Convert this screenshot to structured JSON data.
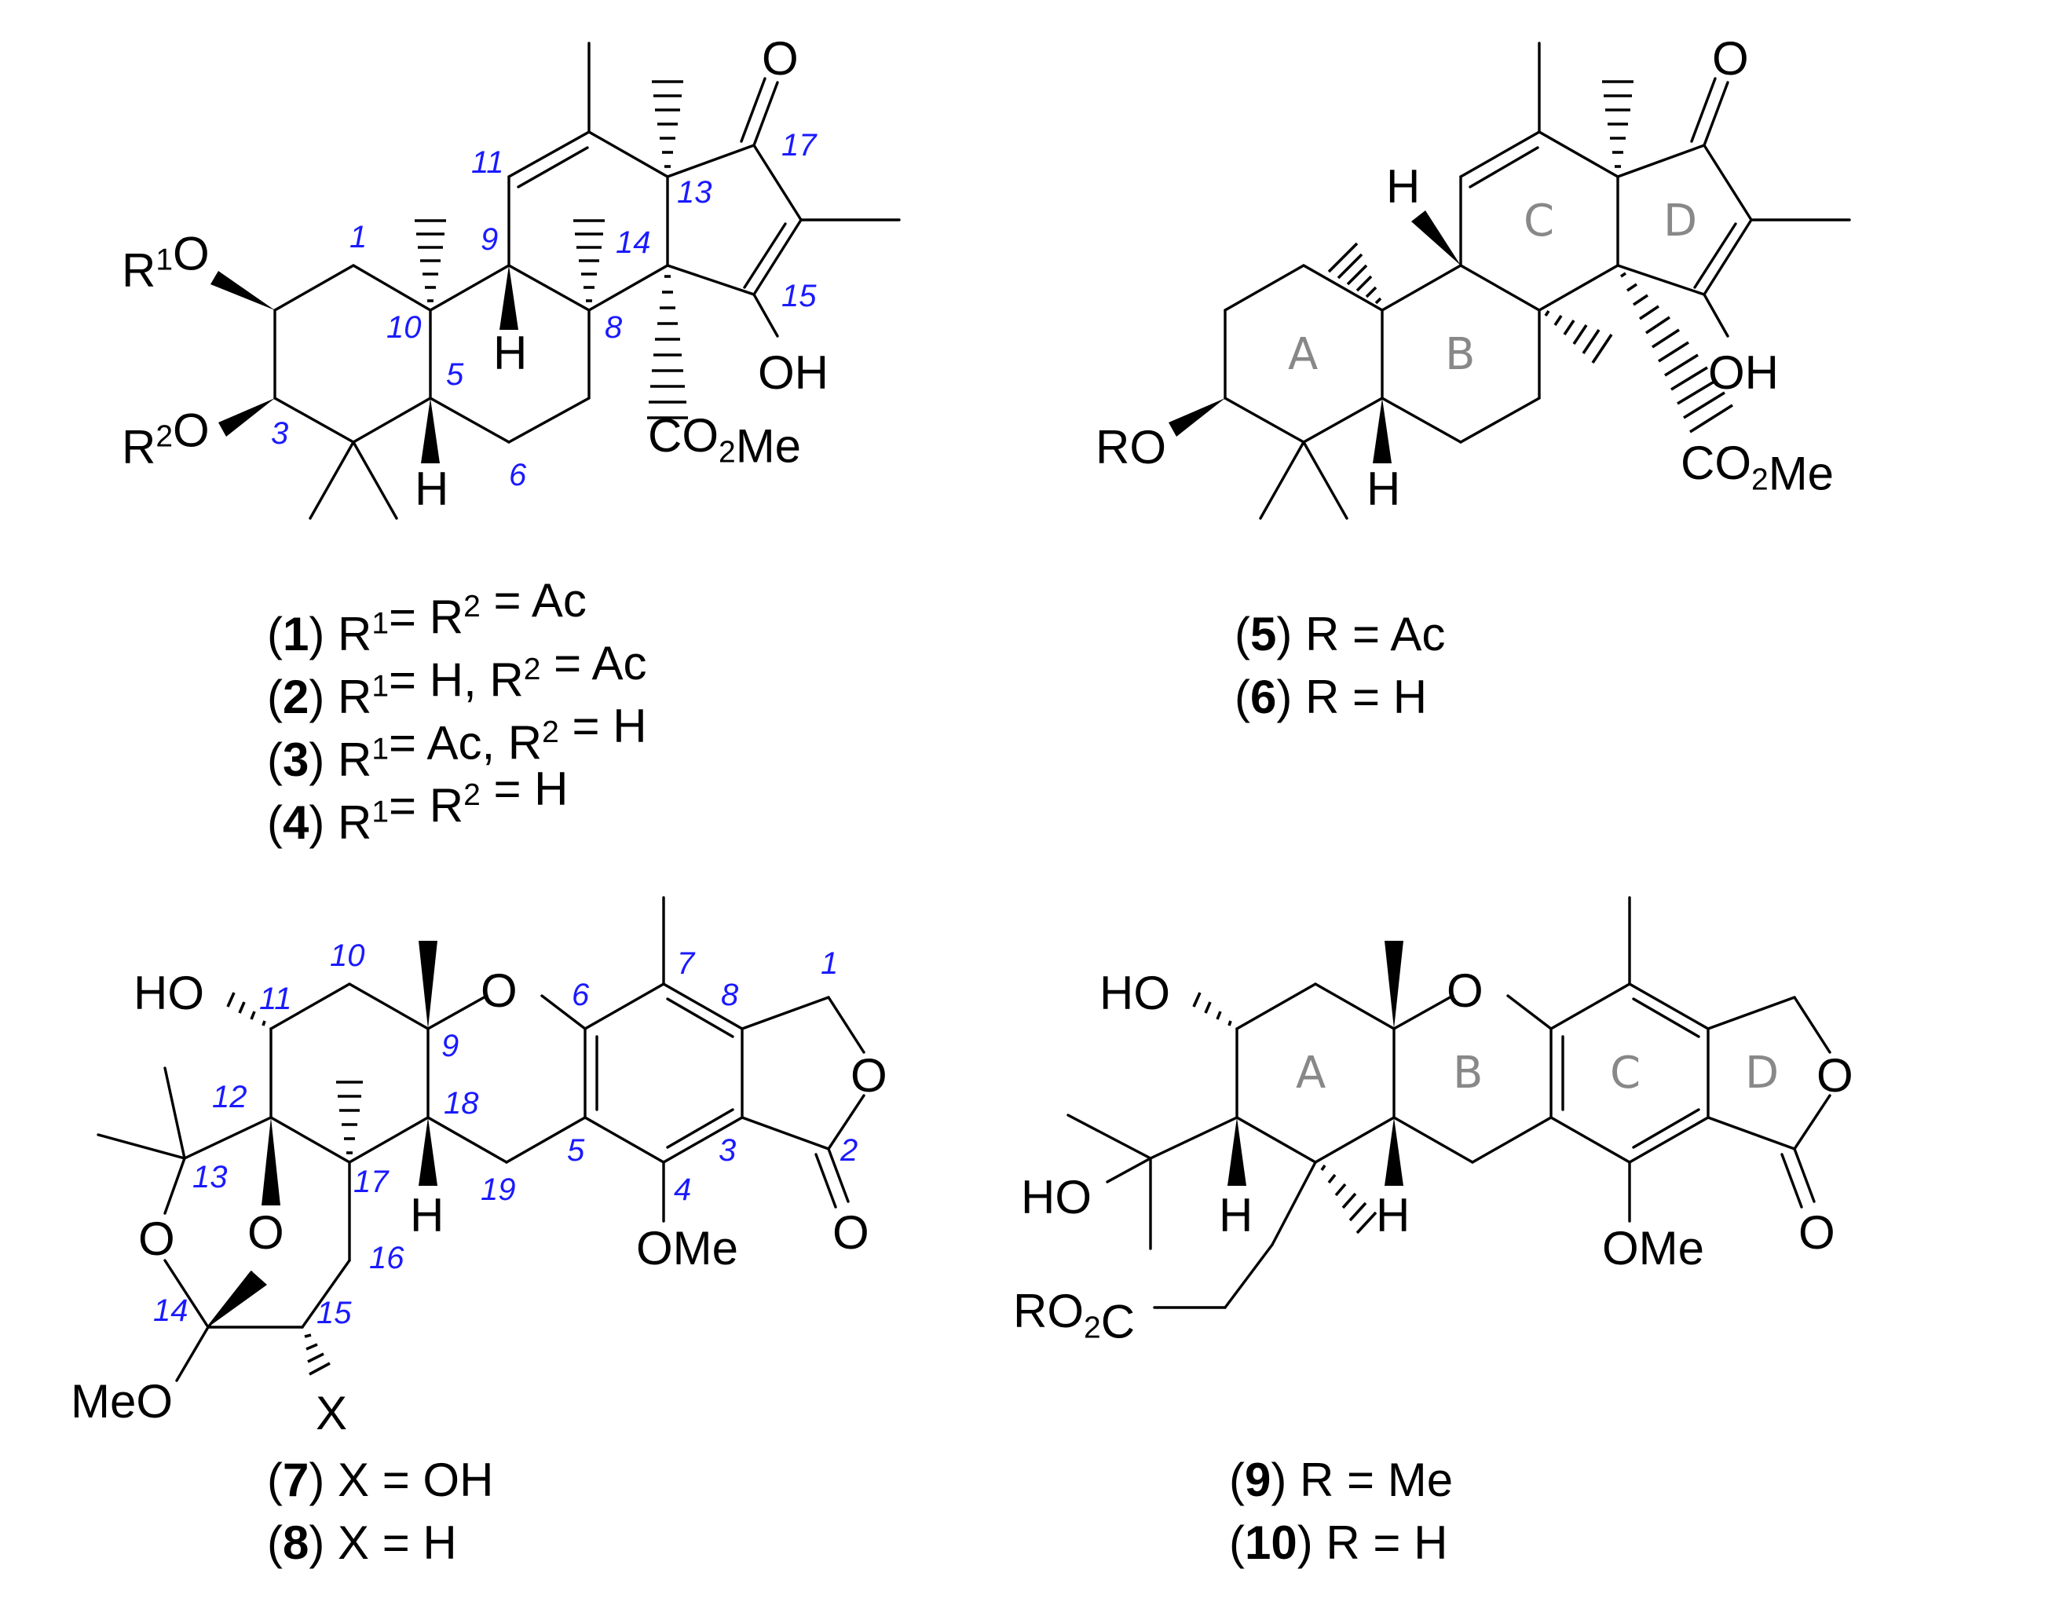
{
  "colors": {
    "bond": "#000000",
    "numbering": "#1a1aff",
    "ring_label": "#888888",
    "background": "#ffffff"
  },
  "s1": {
    "r1o": "R1O",
    "r2o": "R2O",
    "h9": "H",
    "h5": "H",
    "o17": "O",
    "oh15": "OH",
    "co2me": "CO2Me",
    "nums": {
      "n1": "1",
      "n3": "3",
      "n5": "5",
      "n6": "6",
      "n8": "8",
      "n9": "9",
      "n10": "10",
      "n11": "11",
      "n13": "13",
      "n14": "14",
      "n15": "15",
      "n17": "17"
    },
    "captions": [
      {
        "id": "1",
        "text": ") R1= R2 = Ac"
      },
      {
        "id": "2",
        "text": ") R1= H, R2 = Ac"
      },
      {
        "id": "3",
        "text": ") R1= Ac, R2 = H"
      },
      {
        "id": "4",
        "text": ") R1= R2 = H"
      }
    ]
  },
  "s5": {
    "ro": "RO",
    "h9": "H",
    "h5": "H",
    "o17": "O",
    "oh15": "OH",
    "co2me": "CO2Me",
    "rings": {
      "a": "A",
      "b": "B",
      "c": "C",
      "d": "D"
    },
    "captions": [
      {
        "id": "5",
        "text": ") R = Ac"
      },
      {
        "id": "6",
        "text": ") R = H"
      }
    ]
  },
  "s7": {
    "ho": "HO",
    "o_pyran": "O",
    "o_lac": "O",
    "o_co": "O",
    "o13": "O",
    "o12": "O",
    "meo": "MeO",
    "ome": "OMe",
    "x": "X",
    "h18": "H",
    "nums": {
      "n1": "1",
      "n2": "2",
      "n3": "3",
      "n4": "4",
      "n5": "5",
      "n6": "6",
      "n7": "7",
      "n8": "8",
      "n9": "9",
      "n10": "10",
      "n11": "11",
      "n12": "12",
      "n13": "13",
      "n14": "14",
      "n15": "15",
      "n16": "16",
      "n17": "17",
      "n18": "18",
      "n19": "19"
    },
    "captions": [
      {
        "id": "7",
        "text": ") X = OH"
      },
      {
        "id": "8",
        "text": ") X = H"
      }
    ]
  },
  "s9": {
    "ho": "HO",
    "ho2": "HO",
    "o_pyran": "O",
    "o_lac": "O",
    "o_co": "O",
    "ome": "OMe",
    "h12": "H",
    "h18": "H",
    "ro2c": "RO2C",
    "rings": {
      "a": "A",
      "b": "B",
      "c": "C",
      "d": "D"
    },
    "captions": [
      {
        "id": "9",
        "text": ") R = Me"
      },
      {
        "id": "10",
        "text": ") R = H"
      }
    ]
  }
}
